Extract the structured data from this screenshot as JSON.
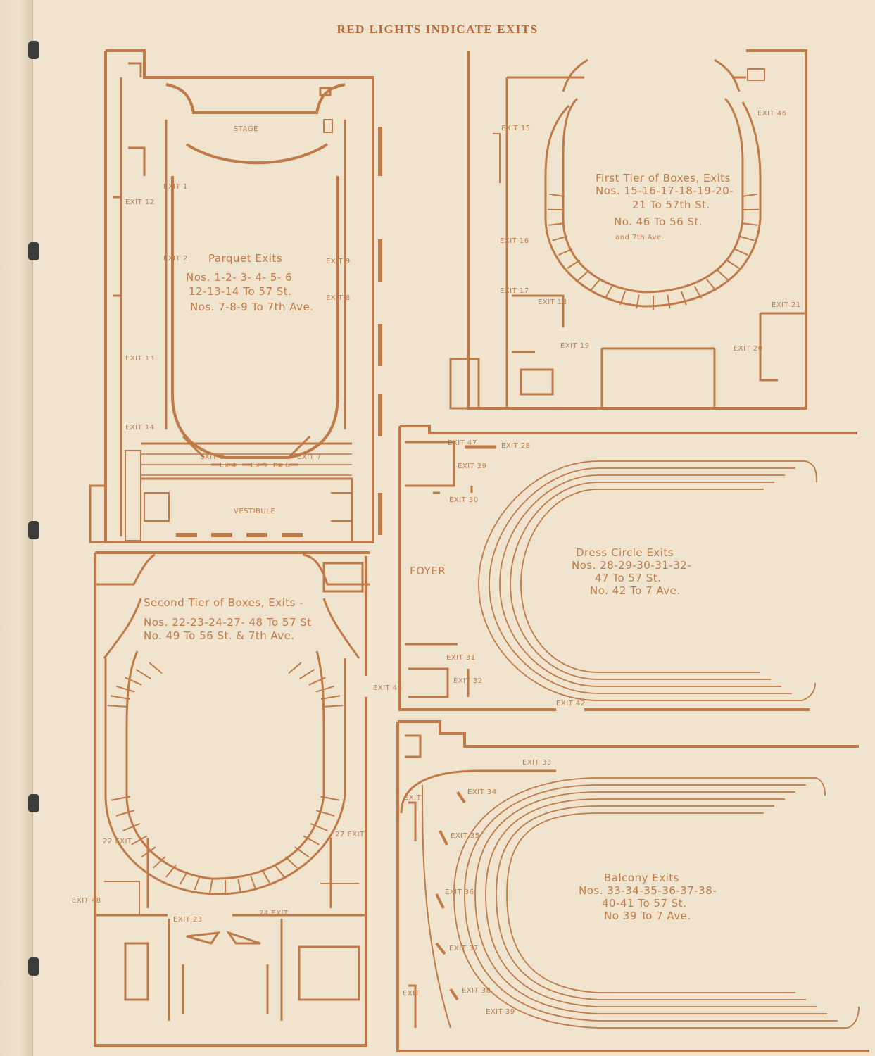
{
  "header": {
    "title": "RED LIGHTS INDICATE EXITS"
  },
  "colors": {
    "paper": "#f1e4cf",
    "ink": "#c07a48"
  },
  "parquet": {
    "stage": "STAGE",
    "vestibule": "VESTIBULE",
    "heading": "Parquet Exits",
    "line1": "Nos. 1-2- 3- 4- 5- 6",
    "line2": "12-13-14  To  57 St.",
    "line3": "Nos. 7-8-9  To  7th Ave.",
    "exits": {
      "e1": "EXIT 1",
      "e2": "EXIT 2",
      "e12": "EXIT 12",
      "e13": "EXIT 13",
      "e14": "EXIT 14",
      "e9": "EXIT 9",
      "e8": "EXIT 8",
      "e3": "EXIT 3",
      "e4": "Ex 4",
      "e5": "Ex 5",
      "e6": "Ex 6",
      "e7": "EXIT 7"
    }
  },
  "first_tier": {
    "heading": "First Tier of Boxes, Exits",
    "line1": "Nos. 15-16-17-18-19-20-",
    "line2": "21 To 57th St.",
    "line3": "No. 46 To 56 St.",
    "line4": "and 7th Ave.",
    "exits": {
      "e15": "EXIT 15",
      "e16": "EXIT 16",
      "e17": "EXIT 17",
      "e18": "EXIT 18",
      "e19": "EXIT 19",
      "e20": "EXIT 20",
      "e21": "EXIT 21",
      "e46": "EXIT 46"
    }
  },
  "dress_circle": {
    "foyer": "FOYER",
    "heading": "Dress Circle Exits",
    "line1": "Nos. 28-29-30-31-32-",
    "line2": "47 To 57 St.",
    "line3": "No. 42 To 7 Ave.",
    "exits": {
      "e47": "EXIT 47",
      "e28": "EXIT 28",
      "e29": "EXIT 29",
      "e30": "EXIT 30",
      "e31": "EXIT 31",
      "e32": "EXIT 32",
      "e42": "EXIT 42"
    }
  },
  "second_tier": {
    "heading": "Second Tier of Boxes, Exits -",
    "line1": "Nos. 22-23-24-27- 48 To 57 St",
    "line2": "No.  49  To 56 St. & 7th Ave.",
    "exits": {
      "e49": "EXIT 49",
      "e22": "22 EXIT",
      "e27": "27 EXIT",
      "e48": "EXIT 48",
      "e23": "EXIT 23",
      "e24": "24 EXIT"
    }
  },
  "balcony": {
    "heading": "Balcony Exits",
    "line1": "Nos. 33-34-35-36-37-38-",
    "line2": "40-41 To 57 St.",
    "line3": "No 39 To 7 Ave.",
    "exits": {
      "e33": "EXIT 33",
      "e34": "EXIT 34",
      "e35": "EXIT 35",
      "e36": "EXIT 36",
      "e37": "EXIT 37",
      "e38": "EXIT 38",
      "e39": "EXIT 39",
      "e40": "EXIT",
      "e41": "EXIT"
    }
  }
}
